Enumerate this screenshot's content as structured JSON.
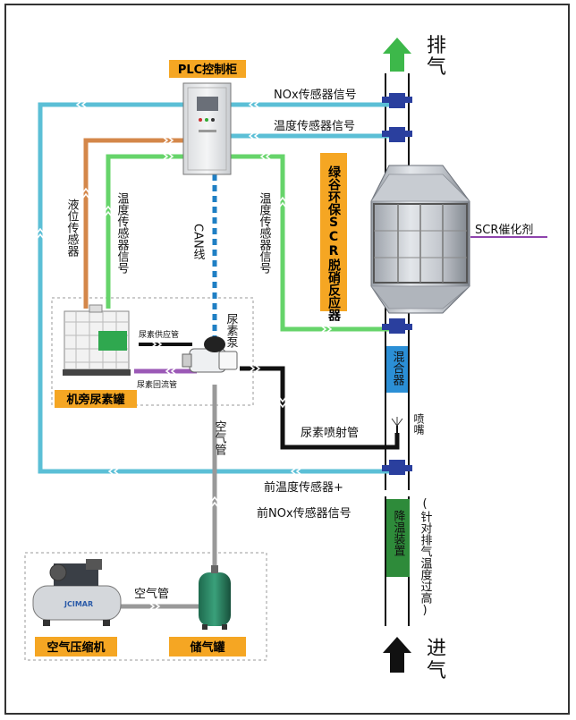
{
  "labels": {
    "plc_cabinet": "PLC控制柜",
    "exhaust_out": "排气",
    "intake_in": "进气",
    "nox_signal": "NOx传感器信号",
    "temp_signal_top": "温度传感器信号",
    "liquid_level_sensor": "液位传感器",
    "temp_sensor_signal_left": "温度传感器信号",
    "can_line": "CAN线",
    "temp_sensor_signal_mid": "温度传感器信号",
    "reactor_vendor": "绿谷环保SCR脱硝反应器",
    "scr_catalyst": "SCR催化剂",
    "urea_supply_pipe": "尿素供应管",
    "urea_return_pipe": "尿素回流管",
    "urea_pump": "尿素泵",
    "urea_tank": "机旁尿素罐",
    "urea_spray_pipe": "尿素喷射管",
    "mixer": "混合器",
    "nozzle": "喷嘴",
    "front_sensors_line1": "前温度传感器+",
    "front_sensors_line2": "前NOx传感器信号",
    "cooling_device": "降温装置",
    "cooling_note": "(针对排气温度过高)",
    "air_pipe_vertical": "空气管",
    "air_pipe_horizontal": "空气管",
    "air_compressor": "空气压缩机",
    "air_tank": "储气罐",
    "compressor_brand": "JCIMAR"
  },
  "colors": {
    "nox_line": "#5bbfd6",
    "liquid_line": "#d4874a",
    "temp_line": "#66d46a",
    "can_line": "#1f7fc4",
    "urea_spray": "#000000",
    "return_line": "#9b59b6",
    "air_line": "#999999",
    "label_bg": "#f5a623",
    "mixer_bg": "#2b8fd6",
    "cooling_bg": "#2e8b3a",
    "arrow_out": "#3db84a",
    "flange": "#2a3f9e"
  }
}
